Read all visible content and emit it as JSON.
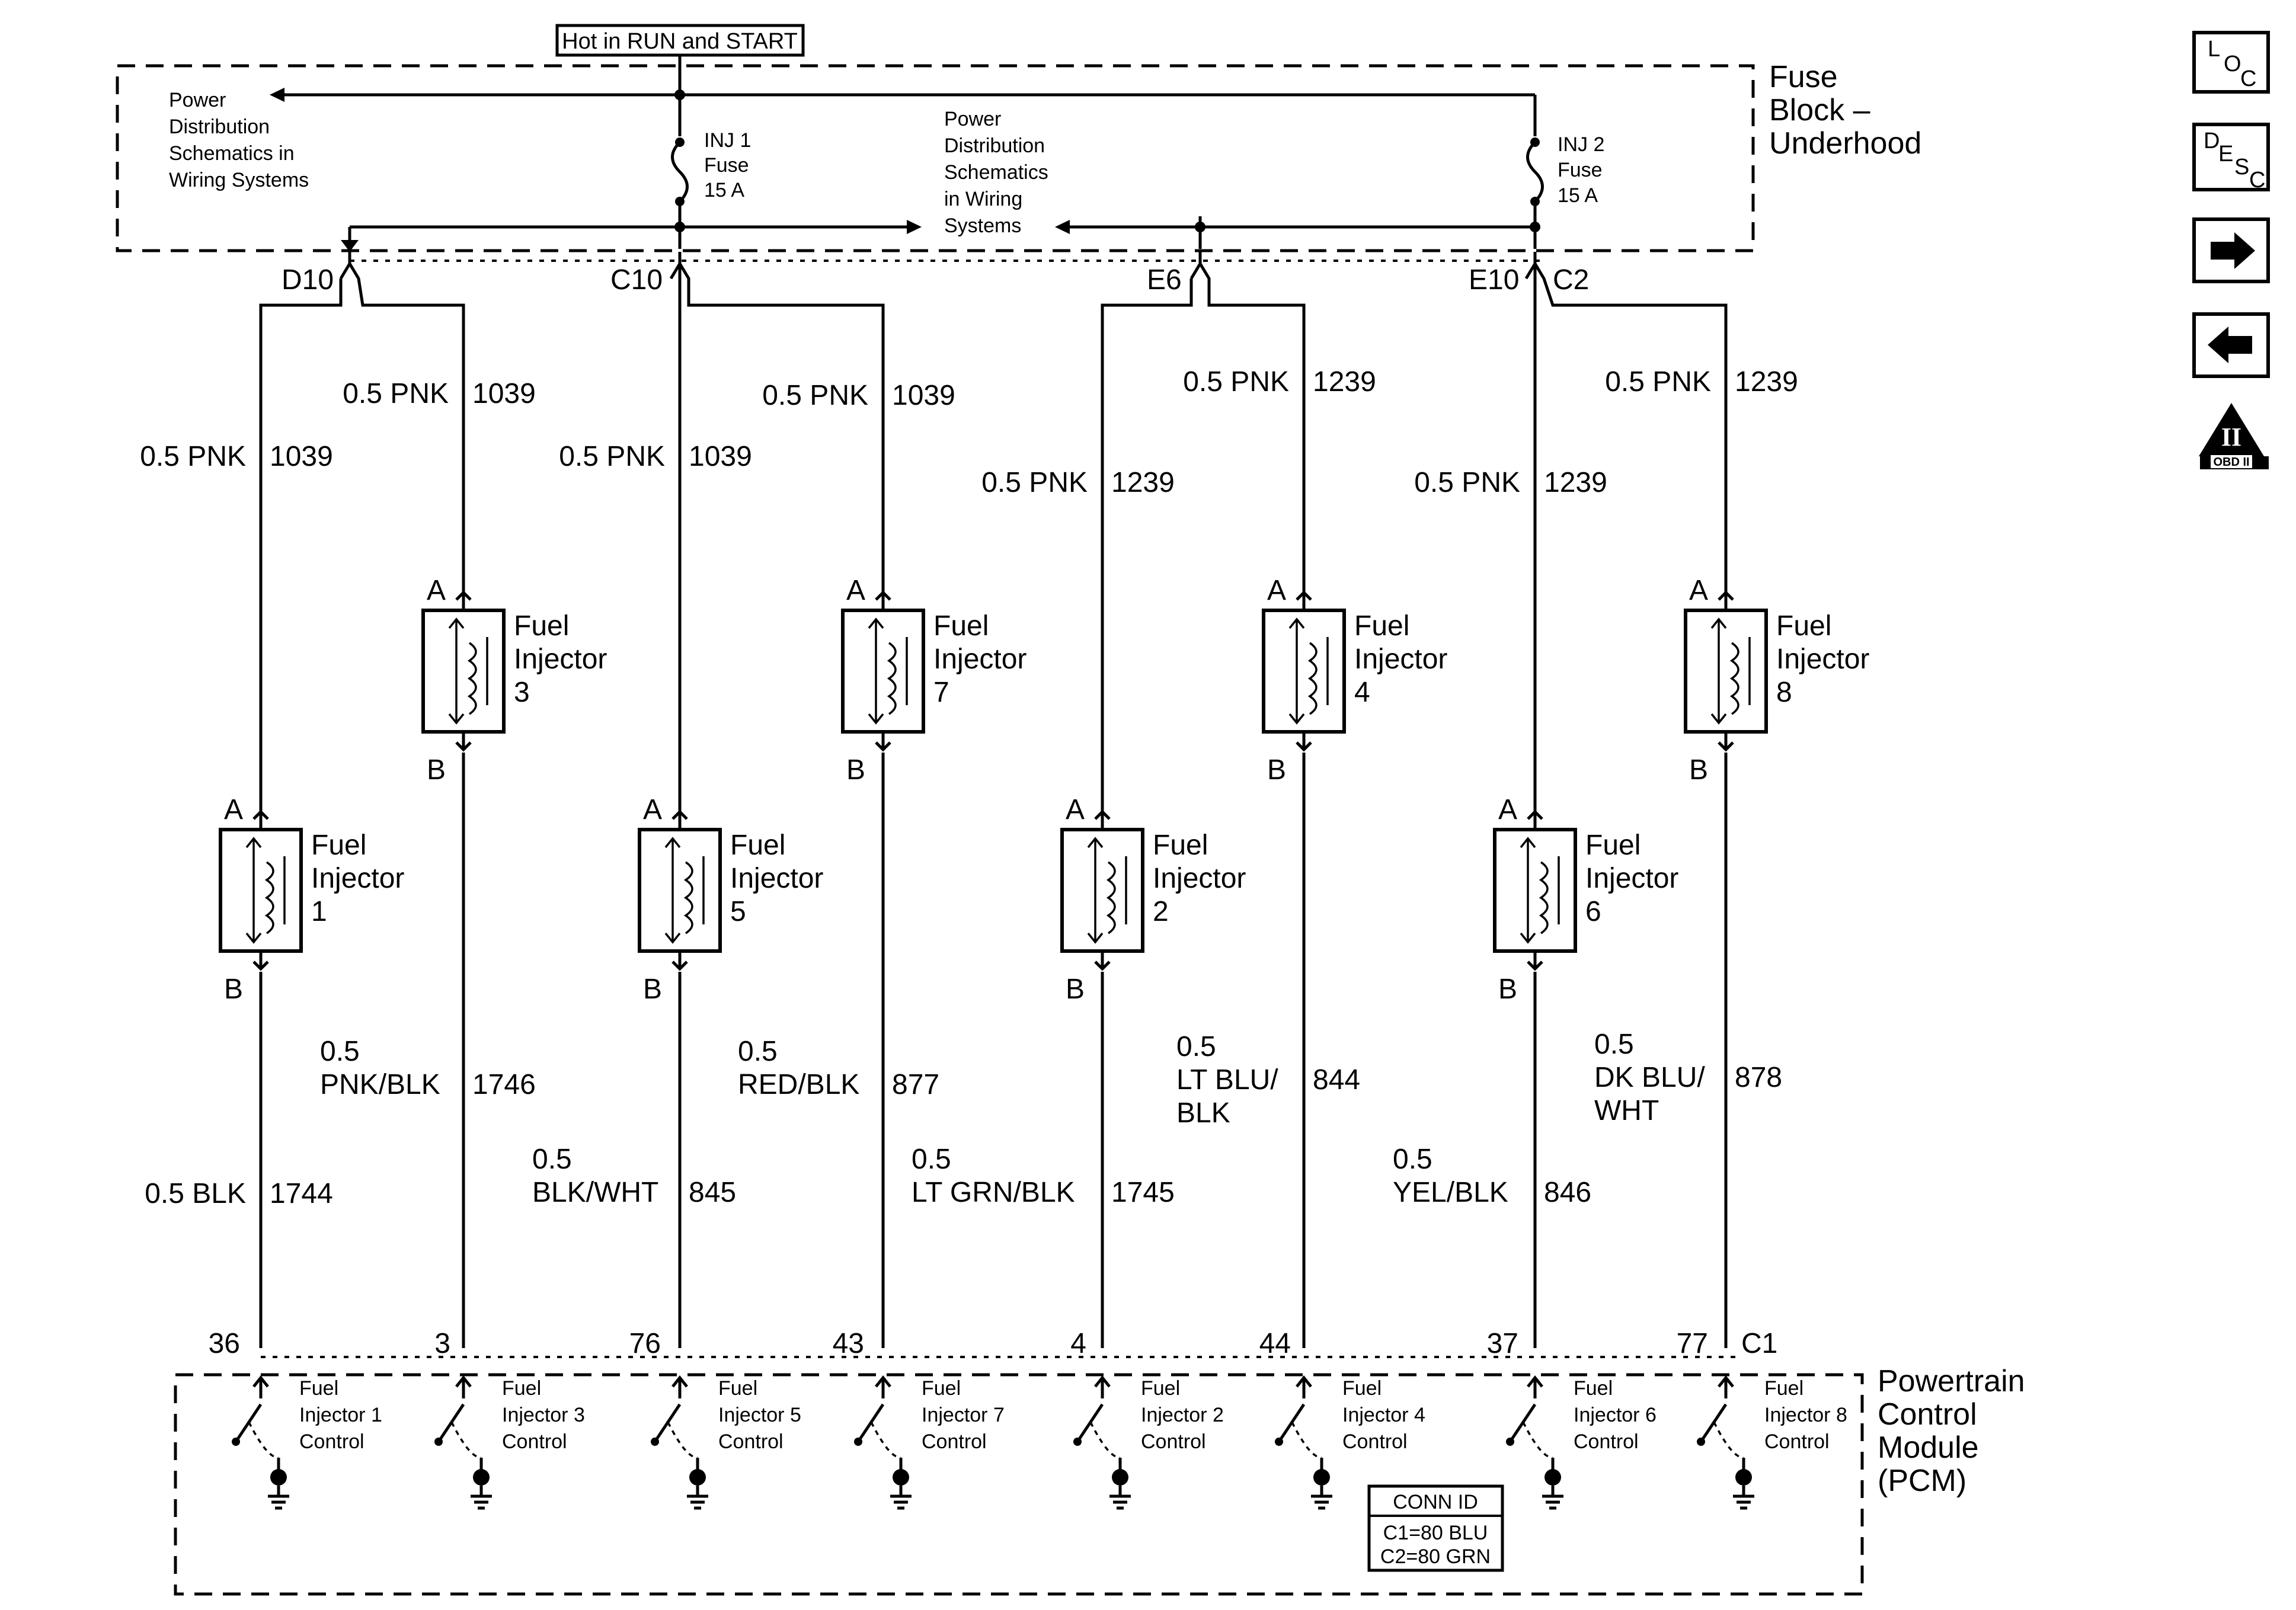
{
  "power_source": {
    "label": "Hot in RUN and START"
  },
  "fuse_block": {
    "line1": "Fuse",
    "line2": "Block –",
    "line3": "Underhood"
  },
  "power_distribution": [
    "Power",
    "Distribution",
    "Schematics in",
    "Wiring Systems"
  ],
  "power_distribution_center": [
    "Power",
    "Distribution",
    "Schematics",
    "in Wiring",
    "Systems"
  ],
  "fuses": [
    {
      "lines": [
        "INJ 1",
        "Fuse",
        "15 A"
      ]
    },
    {
      "lines": [
        "INJ 2",
        "Fuse",
        "15 A"
      ]
    }
  ],
  "connectors_top": [
    "D10",
    "C10",
    "E6",
    "E10",
    "C2"
  ],
  "supply_wires": [
    {
      "size": "0.5 PNK",
      "circuit": "1039"
    },
    {
      "size": "0.5 PNK",
      "circuit": "1039"
    },
    {
      "size": "0.5 PNK",
      "circuit": "1039"
    },
    {
      "size": "0.5 PNK",
      "circuit": "1039"
    },
    {
      "size": "0.5 PNK",
      "circuit": "1239"
    },
    {
      "size": "0.5 PNK",
      "circuit": "1239"
    },
    {
      "size": "0.5 PNK",
      "circuit": "1239"
    },
    {
      "size": "0.5 PNK",
      "circuit": "1239"
    }
  ],
  "injectors": [
    {
      "line1": "Fuel",
      "line2": "Injector",
      "num": "1",
      "pin_a": "A",
      "pin_b": "B"
    },
    {
      "line1": "Fuel",
      "line2": "Injector",
      "num": "3",
      "pin_a": "A",
      "pin_b": "B"
    },
    {
      "line1": "Fuel",
      "line2": "Injector",
      "num": "5",
      "pin_a": "A",
      "pin_b": "B"
    },
    {
      "line1": "Fuel",
      "line2": "Injector",
      "num": "7",
      "pin_a": "A",
      "pin_b": "B"
    },
    {
      "line1": "Fuel",
      "line2": "Injector",
      "num": "2",
      "pin_a": "A",
      "pin_b": "B"
    },
    {
      "line1": "Fuel",
      "line2": "Injector",
      "num": "4",
      "pin_a": "A",
      "pin_b": "B"
    },
    {
      "line1": "Fuel",
      "line2": "Injector",
      "num": "6",
      "pin_a": "A",
      "pin_b": "B"
    },
    {
      "line1": "Fuel",
      "line2": "Injector",
      "num": "8",
      "pin_a": "A",
      "pin_b": "B"
    }
  ],
  "control_wires": [
    {
      "lines": [
        "0.5 BLK"
      ],
      "circuit": "1744"
    },
    {
      "lines": [
        "0.5",
        "PNK/BLK"
      ],
      "circuit": "1746"
    },
    {
      "lines": [
        "0.5",
        "BLK/WHT"
      ],
      "circuit": "845"
    },
    {
      "lines": [
        "0.5",
        "RED/BLK"
      ],
      "circuit": "877"
    },
    {
      "lines": [
        "0.5",
        "LT GRN/BLK"
      ],
      "circuit": "1745"
    },
    {
      "lines": [
        "0.5",
        "LT BLU/",
        "BLK"
      ],
      "circuit": "844"
    },
    {
      "lines": [
        "0.5",
        "YEL/BLK"
      ],
      "circuit": "846"
    },
    {
      "lines": [
        "0.5",
        "DK BLU/",
        "WHT"
      ],
      "circuit": "878"
    }
  ],
  "pcm_pins": [
    "36",
    "3",
    "76",
    "43",
    "4",
    "44",
    "37",
    "77"
  ],
  "pcm_connector": "C1",
  "pcm_controls": [
    [
      "Fuel",
      "Injector 1",
      "Control"
    ],
    [
      "Fuel",
      "Injector 3",
      "Control"
    ],
    [
      "Fuel",
      "Injector 5",
      "Control"
    ],
    [
      "Fuel",
      "Injector 7",
      "Control"
    ],
    [
      "Fuel",
      "Injector 2",
      "Control"
    ],
    [
      "Fuel",
      "Injector 4",
      "Control"
    ],
    [
      "Fuel",
      "Injector 6",
      "Control"
    ],
    [
      "Fuel",
      "Injector 8",
      "Control"
    ]
  ],
  "pcm": {
    "lines": [
      "Powertrain",
      "Control",
      "Module",
      "(PCM)"
    ]
  },
  "conn_id": {
    "title": "CONN ID",
    "line1": "C1=80 BLU",
    "line2": "C2=80 GRN"
  },
  "nav": {
    "loc": {
      "a": "L",
      "b": "O",
      "c": "C"
    },
    "desc": {
      "a": "D",
      "b": "E",
      "c": "S",
      "d": "C"
    },
    "obd": {
      "a": "II",
      "b": "OBD II"
    }
  }
}
